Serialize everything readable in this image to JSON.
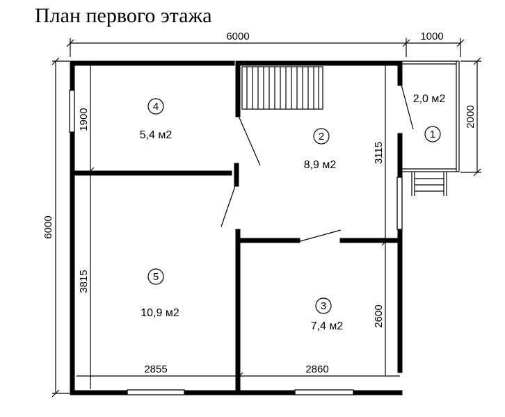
{
  "title": "План первого этажа",
  "dimensions": {
    "width_total": "6000",
    "width_porch": "1000",
    "height_total": "6000",
    "height_porch": "2000",
    "room4_height": "1900",
    "room2_height": "3115",
    "room5_height": "3815",
    "room3_height": "2600",
    "bottom_left_width": "2855",
    "bottom_right_width": "2860"
  },
  "rooms": [
    {
      "number": "1",
      "area": "2,0 м2"
    },
    {
      "number": "2",
      "area": "8,9 м2"
    },
    {
      "number": "3",
      "area": "7,4 м2"
    },
    {
      "number": "4",
      "area": "5,4 м2"
    },
    {
      "number": "5",
      "area": "10,9 м2"
    }
  ]
}
